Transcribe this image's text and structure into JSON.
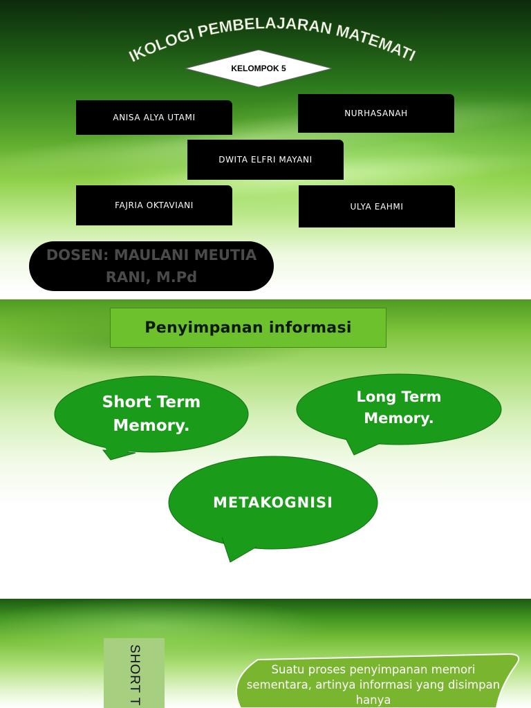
{
  "slide1": {
    "title": "PSIKOLOGI PEMBELAJARAN MATEMATIKA",
    "group": "KELOMPOK 5",
    "members": {
      "anisa": "ANISA ALYA UTAMI",
      "nurhasanah": "NURHASANAH",
      "dwita": "DWITA ELFRI MAYANI",
      "fajria": "FAJRIA OKTAVIANI",
      "ulya": "ULYA EAHMI"
    },
    "lecturer": "DOSEN: MAULANI MEUTIA RANI, M.Pd"
  },
  "slide2": {
    "title": "Penyimpanan informasi",
    "bubbles": {
      "short_term": "Short Term Memory.",
      "long_term": "Long Term Memory.",
      "metacognition": "METAKOGNISI"
    }
  },
  "slide3": {
    "vertical_label": "SHORT T",
    "description": "Suatu proses penyimpanan memori sementara, artinya informasi yang disimpan hanya"
  },
  "colors": {
    "bubble_green": "#1a9c1a",
    "title_box_green": "#6cc12d",
    "description_green": "#79b52e"
  }
}
